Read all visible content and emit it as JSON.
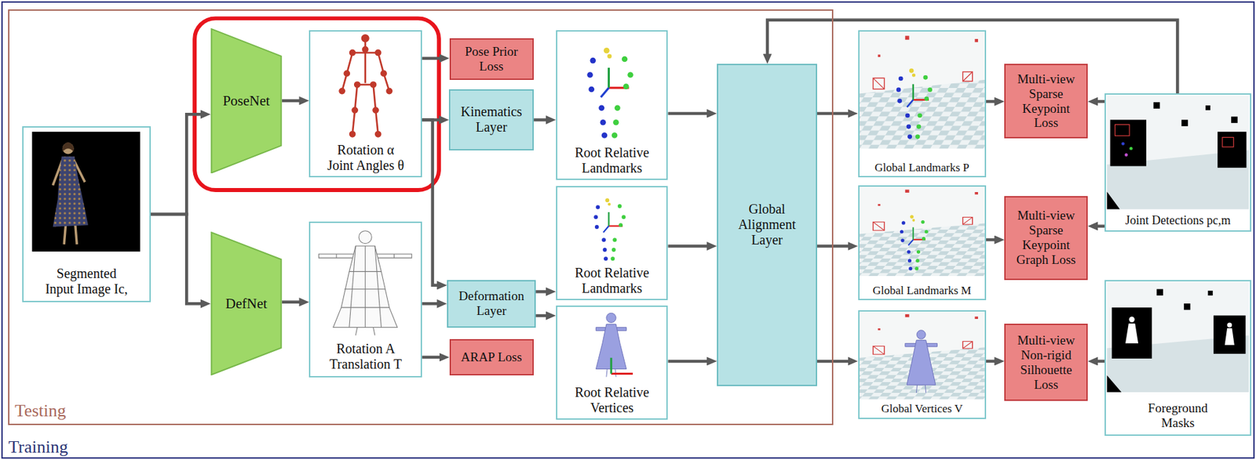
{
  "diagram": {
    "nodes": [
      {
        "text": [
          "Training"
        ]
      },
      {
        "text": [
          "Testing"
        ],
        "in": 0
      },
      {
        "text": [
          "Segmented Input Image Ic,"
        ],
        "in": 1
      },
      {
        "text": [
          "PoseNet"
        ],
        "in": 1
      },
      {
        "text": [
          "Rotation α",
          "Joint Angles θ"
        ],
        "in": 1
      },
      {
        "text": [
          "Pose Prior Loss"
        ],
        "in": 1
      },
      {
        "text": [
          "Kinematics Layer"
        ],
        "in": 1
      },
      {
        "text": [
          "Root Relative Landmarks"
        ],
        "in": 1
      },
      {
        "text": [
          "DefNet"
        ],
        "in": 1
      },
      {
        "text": [
          "Rotation A",
          "Translation T"
        ],
        "in": 1
      },
      {
        "text": [
          "Deformation Layer"
        ],
        "in": 1
      },
      {
        "text": [
          "Root Relative Landmarks"
        ],
        "in": 1
      },
      {
        "text": [
          "ARAP Loss"
        ],
        "in": 1
      },
      {
        "text": [
          "Root Relative Vertices"
        ],
        "in": 1
      },
      {
        "text": [
          "Global Alignment Layer"
        ],
        "in": 1
      },
      {
        "text": [
          "Global Landmarks P"
        ],
        "in": 0
      },
      {
        "text": [
          "Multi-view Sparse Keypoint Loss"
        ],
        "in": 0
      },
      {
        "text": [
          "Joint Detections pc,m"
        ],
        "in": 0
      },
      {
        "text": [
          "Global Landmarks M"
        ],
        "in": 0
      },
      {
        "text": [
          "Multi-view Sparse Keypoint Graph Loss"
        ],
        "in": 0
      },
      {
        "text": [
          "Global Vertices V"
        ],
        "in": 0
      },
      {
        "text": [
          "Multi-view Non-rigid Silhouette Loss"
        ],
        "in": 0
      },
      {
        "text": [
          "Foreground Masks"
        ],
        "in": 0
      }
    ],
    "edges": [
      {
        "from": 2,
        "to": 3,
        "arrow": "to"
      },
      {
        "from": 2,
        "to": 8,
        "arrow": "to"
      },
      {
        "from": 3,
        "to": 4,
        "arrow": "to"
      },
      {
        "from": 4,
        "to": 5,
        "arrow": "to"
      },
      {
        "from": 4,
        "to": 6,
        "arrow": "to"
      },
      {
        "from": 4,
        "to": 10,
        "arrow": "to"
      },
      {
        "from": 6,
        "to": 7,
        "arrow": "to"
      },
      {
        "from": 8,
        "to": 9,
        "arrow": "to"
      },
      {
        "from": 9,
        "to": 10,
        "arrow": "to"
      },
      {
        "from": 9,
        "to": 12,
        "arrow": "to"
      },
      {
        "from": 10,
        "to": 11,
        "arrow": "to"
      },
      {
        "from": 10,
        "to": 13,
        "arrow": "to"
      },
      {
        "from": 7,
        "to": 14,
        "arrow": "to"
      },
      {
        "from": 11,
        "to": 14,
        "arrow": "to"
      },
      {
        "from": 13,
        "to": 14,
        "arrow": "to"
      },
      {
        "from": 14,
        "to": 15,
        "arrow": "to"
      },
      {
        "from": 14,
        "to": 18,
        "arrow": "to"
      },
      {
        "from": 14,
        "to": 20,
        "arrow": "to"
      },
      {
        "from": 15,
        "to": 16,
        "arrow": "to"
      },
      {
        "from": 17,
        "to": 16,
        "arrow": "to"
      },
      {
        "from": 18,
        "to": 19,
        "arrow": "to"
      },
      {
        "from": 17,
        "to": 19,
        "arrow": "to"
      },
      {
        "from": 20,
        "to": 21,
        "arrow": "to"
      },
      {
        "from": 22,
        "to": 21,
        "arrow": "to"
      },
      {
        "from": 17,
        "to": 14,
        "arrow": "to"
      }
    ]
  }
}
